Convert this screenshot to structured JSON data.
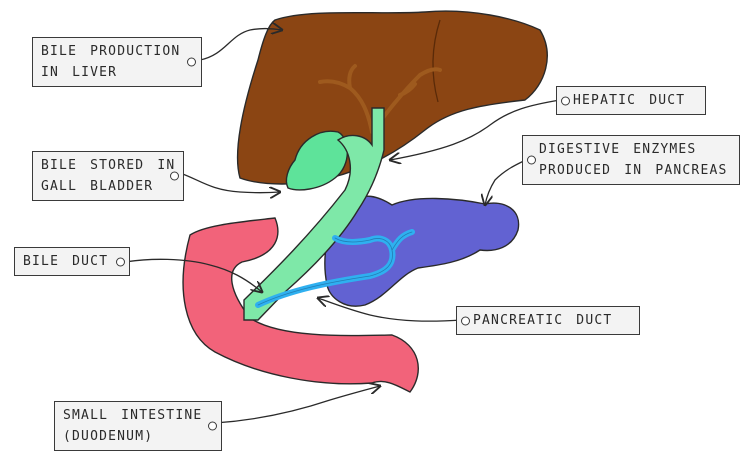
{
  "labels": {
    "bile_production": [
      "BILE PRODUCTION",
      "IN LIVER"
    ],
    "hepatic_duct": [
      "HEPATIC DUCT"
    ],
    "bile_stored": [
      "BILE STORED IN",
      "GALL BLADDER"
    ],
    "digestive_enzymes": [
      "DIGESTIVE ENZYMES",
      "PRODUCED IN PANCREAS"
    ],
    "bile_duct": [
      "BILE DUCT"
    ],
    "pancreatic_duct": [
      "PANCREATIC DUCT"
    ],
    "small_intestine": [
      "SMALL INTESTINE",
      "(DUODENUM)"
    ]
  },
  "colors": {
    "liver": "#8b4513",
    "liver_vessels": "#9e5a1e",
    "gall_bladder": "#5ee39a",
    "bile_duct": "#7ee8a8",
    "pancreas": "#6262d2",
    "pancreatic_duct": "#2fb0f0",
    "small_intestine": "#f2637a",
    "label_background": "#f3f3f3"
  }
}
